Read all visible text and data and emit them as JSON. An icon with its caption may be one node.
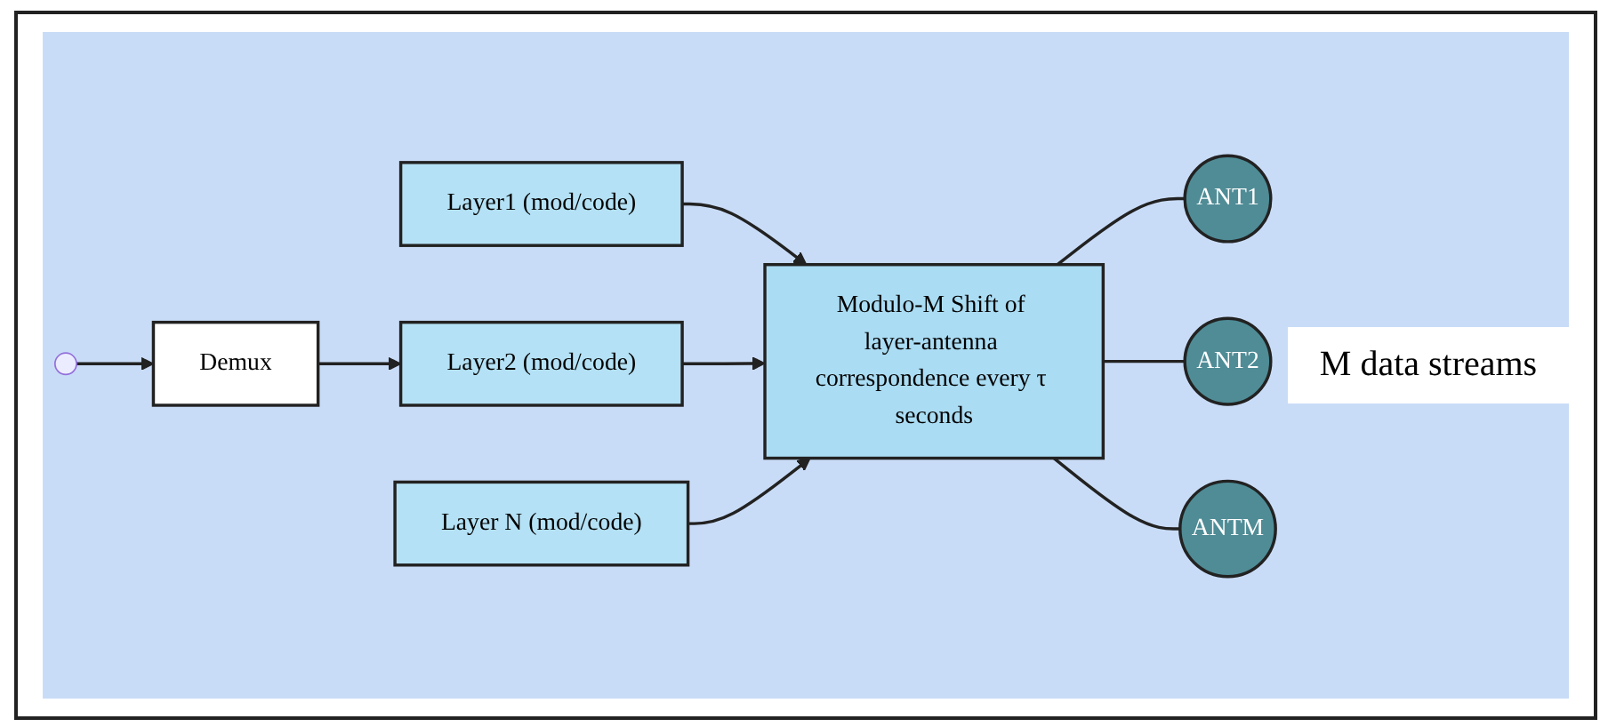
{
  "diagram": {
    "nodes": [
      {
        "text": [
          "Demux"
        ]
      },
      {
        "text": [
          "Layer1 (mod/code)"
        ]
      },
      {
        "text": [
          "Layer2 (mod/code)"
        ]
      },
      {
        "text": [
          "Layer N (mod/code)"
        ]
      },
      {
        "text": [
          "Modulo-M Shift of layer-antenna correspondence every τ seconds"
        ]
      },
      {
        "text": [
          "ANT1"
        ]
      },
      {
        "text": [
          "ANT2"
        ]
      },
      {
        "text": [
          "ANTM"
        ]
      }
    ],
    "edges": [
      {
        "from": null,
        "to": 0,
        "arrow": "to"
      },
      {
        "from": 0,
        "to": 2,
        "arrow": "to"
      },
      {
        "from": 1,
        "to": 4,
        "arrow": "to"
      },
      {
        "from": 2,
        "to": 4,
        "arrow": "to"
      },
      {
        "from": 3,
        "to": 4,
        "arrow": "to"
      },
      {
        "from": 4,
        "to": 5,
        "arrow": "none"
      },
      {
        "from": 4,
        "to": 6,
        "arrow": "none"
      },
      {
        "from": 4,
        "to": 7,
        "arrow": "none"
      }
    ],
    "labels": [
      "M data streams"
    ]
  }
}
